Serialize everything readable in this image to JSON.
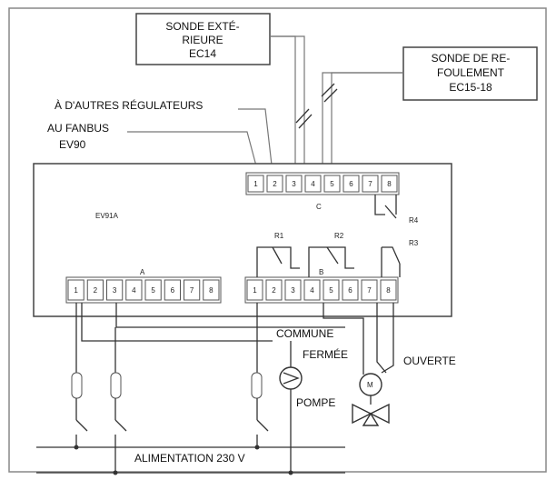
{
  "labels": {
    "sensor_outdoor": [
      "SONDE EXTÉ-",
      "RIEURE",
      "EC14"
    ],
    "sensor_supply": [
      "SONDE DE RE-",
      "FOULEMENT",
      "EC15-18"
    ],
    "other_regulators": "À D'AUTRES RÉGULATEURS",
    "fanbus": "AU FANBUS",
    "ev90": "EV90",
    "controller_model": "EV91A",
    "relay_r1": "R1",
    "relay_r2": "R2",
    "relay_r3": "R3",
    "relay_r4": "R4",
    "common": "COMMUNE",
    "closed": "FERMÉE",
    "open": "OUVERTE",
    "pump": "POMPE",
    "motor": "M",
    "power": "ALIMENTATION 230 V",
    "group_a": "A",
    "group_b": "B",
    "group_c": "C"
  },
  "terminals": {
    "top_row": [
      "1",
      "2",
      "3",
      "4",
      "5",
      "6",
      "7",
      "8"
    ],
    "bottom_left": [
      "1",
      "2",
      "3",
      "4",
      "5",
      "6",
      "7",
      "8"
    ],
    "bottom_right": [
      "1",
      "2",
      "3",
      "4",
      "5",
      "6",
      "7",
      "8"
    ]
  },
  "colors": {
    "line": "#333333",
    "border": "#444444",
    "background": "#ffffff"
  }
}
